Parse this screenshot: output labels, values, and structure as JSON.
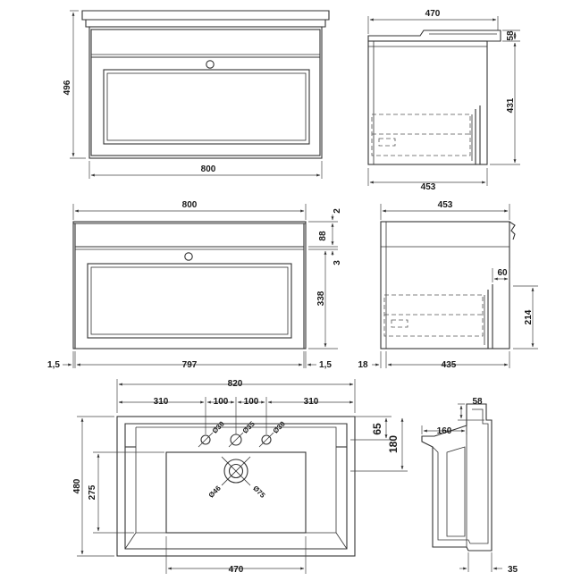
{
  "dimensions": {
    "front_top_height": "496",
    "front_top_width": "800",
    "side_top_depth": "470",
    "side_top_rim": "58",
    "side_top_height": "431",
    "side_top_base": "453",
    "front_mid_width": "800",
    "front_mid_gap_top": "2",
    "front_mid_top_band": "88",
    "front_mid_gap_mid": "3",
    "front_mid_panel": "338",
    "front_mid_left_edge": "1,5",
    "front_mid_inner_width": "797",
    "front_mid_right_edge": "1,5",
    "side_mid_depth": "453",
    "side_mid_step": "60",
    "side_mid_drawer": "214",
    "side_mid_front": "18",
    "side_mid_body": "435",
    "basin_width": "820",
    "basin_seg_left": "310",
    "basin_seg_c1": "100",
    "basin_seg_c2": "100",
    "basin_seg_right": "310",
    "basin_hole_left": "Ø30",
    "basin_hole_mid": "Ø35",
    "basin_hole_right": "Ø30",
    "basin_tap_offset": "65",
    "basin_waste_offset": "180",
    "basin_height": "480",
    "basin_inner_height": "275",
    "basin_waste_small": "Ø46",
    "basin_waste_large": "Ø75",
    "basin_bowl_width": "470",
    "profile_top": "58",
    "profile_depth": "160",
    "profile_bottom": "35"
  }
}
